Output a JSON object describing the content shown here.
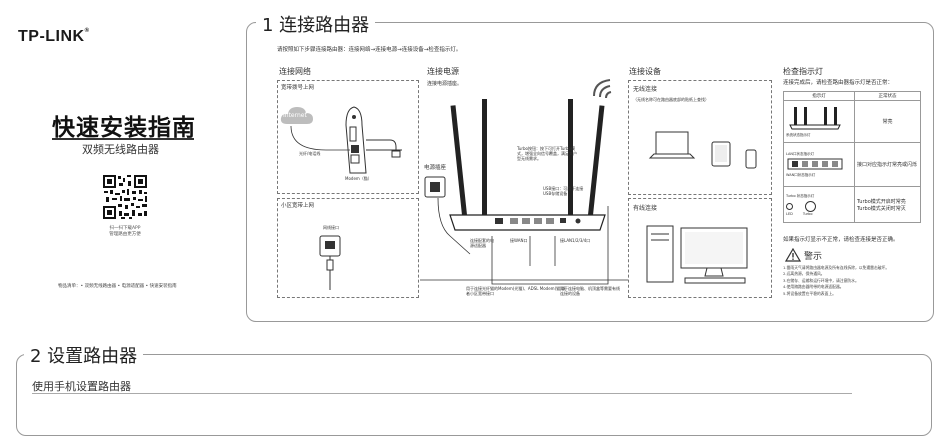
{
  "brand": {
    "logo_text": "TP-LINK",
    "registered": "®"
  },
  "cover": {
    "title": "快速安装指南",
    "subtitle": "双频无线路由器",
    "qr_caption_1": "扫一扫下载APP",
    "qr_caption_2": "管理路由更方便",
    "items": "物品清单：• 双频无线路由器   • 电源适配器   • 快速安装指南"
  },
  "section1": {
    "title": "1 连接路由器",
    "instruction": "请按照如下步骤连接路由器：连接网络→连接电源→连接设备→检查指示灯。",
    "network": {
      "heading": "连接网络",
      "broadband_label": "宽带拨号上网",
      "internet_label": "Internet",
      "fiber_label": "光纤/电话线",
      "modem_label": "Modem（猫）",
      "community_label": "小区宽带上网",
      "wall_port_label": "网线接口"
    },
    "power": {
      "heading": "连接电源",
      "note": "连接电源插座。",
      "socket_label": "电源插座",
      "turbo_note": "Turbo按钮：按下可打开Turbo模式，增强全向信号覆盖，满足大户型无线需求。",
      "usb_note": "USB接口：可用于连接USB存储设备",
      "adapter_label": "连接配套的电源适配器",
      "wan_label": "接WAN口",
      "lan_label": "接LAN1/2/3/4口",
      "wan_note": "用于连接光纤猫的Modem(光猫)、ADSL Modem(猫)或者小区宽带接口",
      "lan_note": "用于连接电脑、机顶盒等需要有线连接的设备"
    },
    "devices": {
      "heading": "连接设备",
      "wireless_heading": "无线连接",
      "wireless_note": "（无线名称可在路由器底部的贴纸上查找）",
      "wired_heading": "有线连接"
    },
    "indicators": {
      "heading": "检查指示灯",
      "intro": "连接完成后，请检查路由器指示灯是否正常：",
      "col_indicator": "指示灯",
      "col_status": "正常状态",
      "row1_icon_label": "系统状态指示灯",
      "row1_status": "常亮",
      "row2_icon_label_1": "LAN口状态指示灯",
      "row2_icon_label_2": "WAN口状态指示灯",
      "row2_status": "接口对应指示灯常亮或闪烁",
      "row3_icon_label": "Turbo 状态指示灯",
      "row3_led": "LED",
      "row3_turbo": "Turbo",
      "row3_status_on": "Turbo模式开启时常亮",
      "row3_status_off": "Turbo模式关闭时常灭",
      "abnormal_note": "如果指示灯显示不正常，请检查连接是否正确。",
      "warning_title": "警示",
      "warnings": [
        "1.雷雨天气请将路由器电源及所有连线拆除，以免遭雷击破坏。",
        "2.远离热源，保持通风。",
        "3.在储存、运输和运行环境中，请注意防水。",
        "4.使用随路由器附带的电源适配器。",
        "5.将设备放置在平稳的表面上。"
      ]
    }
  },
  "section2": {
    "title": "2 设置路由器",
    "subtitle": "使用手机设置路由器"
  }
}
